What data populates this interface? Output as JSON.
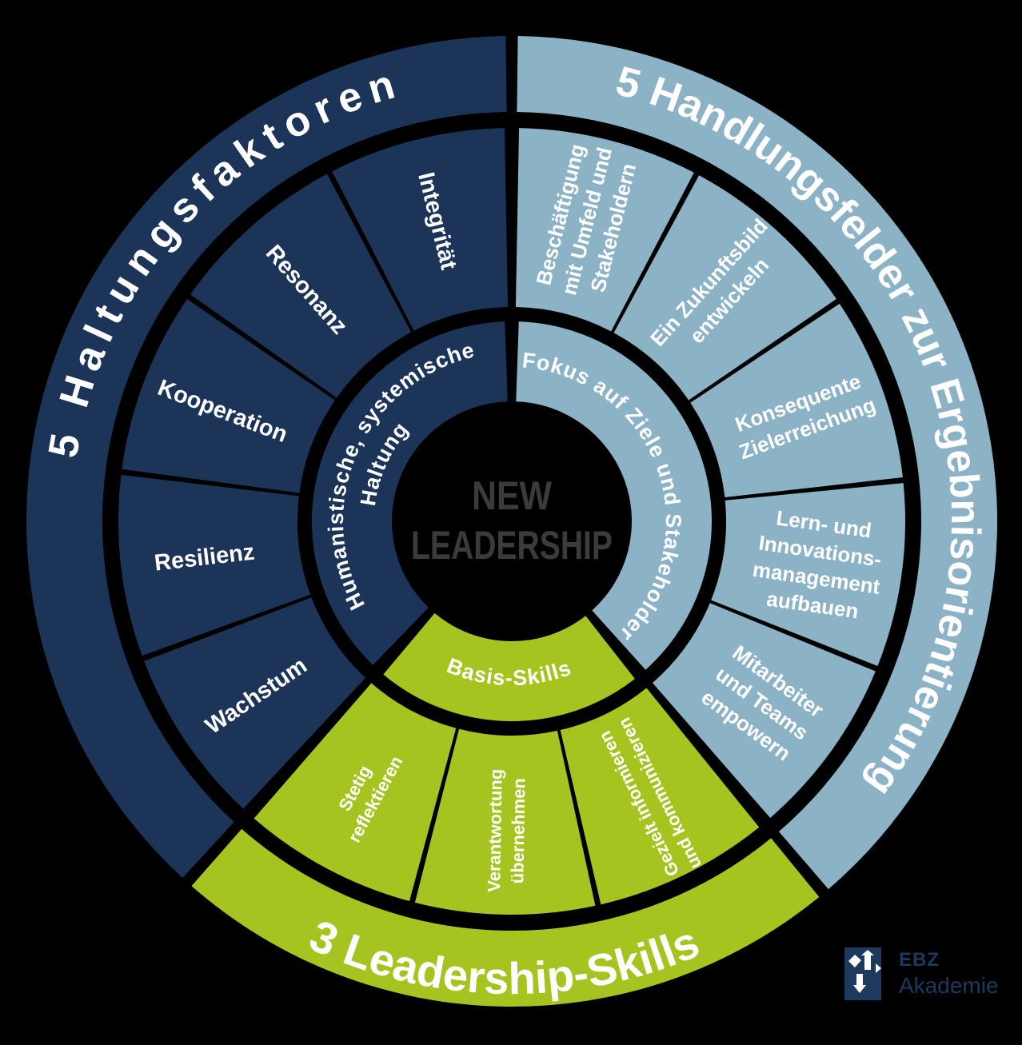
{
  "diagram": {
    "background_color": "#000000",
    "ring_text_color": "#ffffff",
    "center": {
      "lines": [
        "NEW",
        "LEADERSHIP"
      ],
      "color": "#3b3b3b"
    },
    "sectors": [
      {
        "id": "haltungsfaktoren",
        "label": "5 Haltungsfaktoren",
        "color": "#1c3457",
        "angle_start": 90,
        "angle_end": 228,
        "label_arc": [
          190,
          86
        ],
        "inner_ring_label_lines": [
          "Humanistische, systemische",
          "Haltung"
        ],
        "inner_label_arc": [
          214,
          98
        ],
        "text_read": "inward",
        "segments": [
          {
            "lines": [
              "Integrität"
            ]
          },
          {
            "lines": [
              "Resonanz"
            ]
          },
          {
            "lines": [
              "Kooperation"
            ]
          },
          {
            "lines": [
              "Resilienz"
            ]
          },
          {
            "lines": [
              "Wachstum"
            ]
          }
        ]
      },
      {
        "id": "handlungsfelder",
        "label": "5 Handlungsfelder zur Ergebnisorientierung",
        "color": "#8cb2c6",
        "angle_start": 90,
        "angle_end": -50,
        "label_arc": [
          93,
          -53
        ],
        "inner_ring_label_lines": [
          "Fokus auf Ziele und Stakeholder"
        ],
        "inner_label_arc": [
          97,
          -57
        ],
        "text_read": "outward",
        "segments": [
          {
            "lines": [
              "Beschäftigung",
              "mit Umfeld und",
              "Stakeholdern"
            ]
          },
          {
            "lines": [
              "Ein Zukunftsbild",
              "entwickeln"
            ]
          },
          {
            "lines": [
              "Konsequente",
              "Zielerreichung"
            ]
          },
          {
            "lines": [
              "Lern- und",
              "Innovations-",
              "management",
              "aufbauen"
            ]
          },
          {
            "lines": [
              "Mitarbeiter",
              "und Teams",
              "empowern"
            ]
          }
        ]
      },
      {
        "id": "leadership-skills",
        "label": "3 Leadership-Skills",
        "color": "#a5c420",
        "angle_start": -132,
        "angle_end": -50,
        "label_arc": [
          -134,
          -48
        ],
        "inner_ring_label_lines": [
          "Basis-Skills"
        ],
        "inner_label_arc": [
          -132,
          -50
        ],
        "text_read": "inward",
        "segments": [
          {
            "lines": [
              "Stetig",
              "reflektieren"
            ]
          },
          {
            "lines": [
              "Verantwortung",
              "übernehmen"
            ]
          },
          {
            "lines": [
              "Gezielt informieren",
              "und kommunizieren"
            ]
          }
        ]
      }
    ],
    "logo": {
      "line1": "EBZ",
      "line2": "Akademie",
      "color": "#1d3a5e"
    }
  }
}
